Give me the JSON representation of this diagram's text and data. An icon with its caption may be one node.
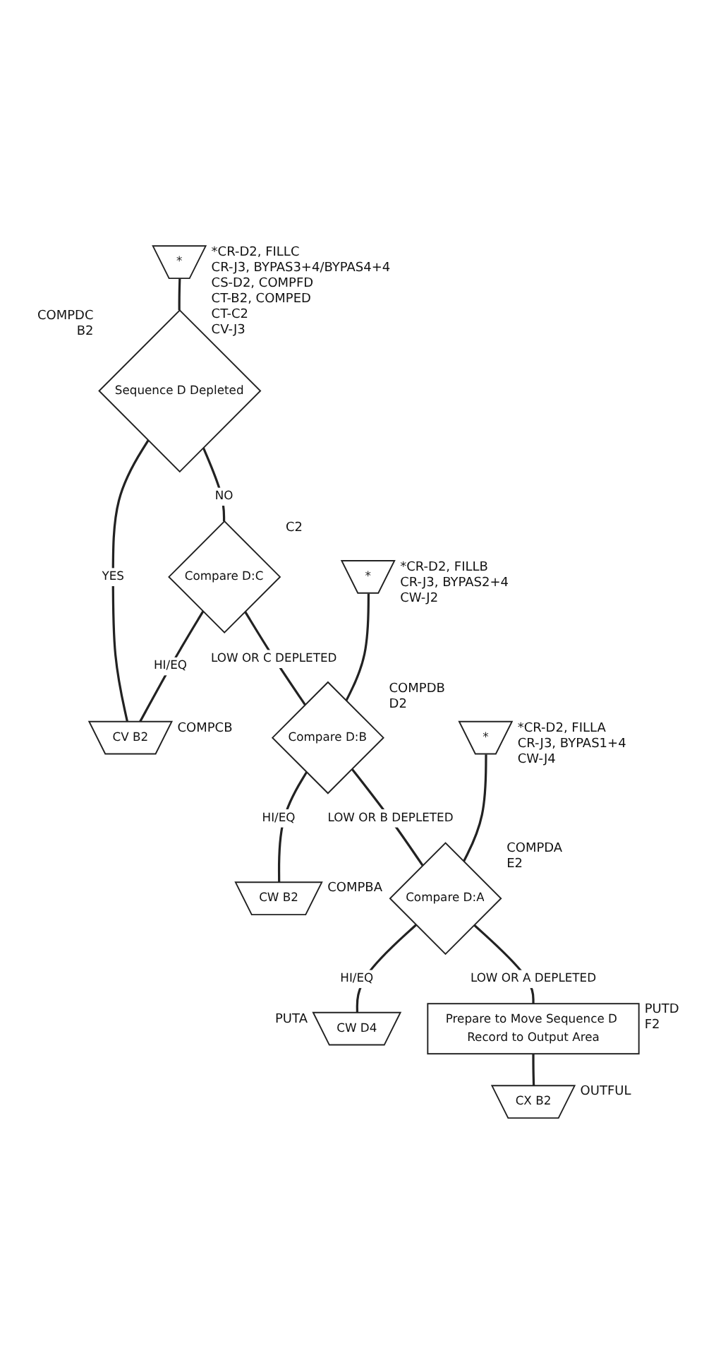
{
  "diagram": {
    "nodes": [
      {
        "text": [
          "*"
        ],
        "beside": [
          "*CR-D2, FILLC",
          "CR-J3, BYPAS3+4/BYPAS4+4",
          "CS-D2, COMPFD",
          "CT-B2, COMPED",
          "CT-C2",
          "CV-J3"
        ]
      },
      {
        "text": [
          "Sequence D Depleted"
        ],
        "beside": [
          "COMPDC",
          "B2"
        ]
      },
      {
        "text": [
          "Compare D:C"
        ],
        "beside": [
          "C2"
        ]
      },
      {
        "text": [
          "CV B2"
        ],
        "beside": [
          "COMPCB"
        ]
      },
      {
        "text": [
          "*"
        ],
        "beside": [
          "*CR-D2, FILLB",
          "CR-J3, BYPAS2+4",
          "CW-J2"
        ]
      },
      {
        "text": [
          "Compare D:B"
        ],
        "beside": [
          "COMPDB",
          "D2"
        ]
      },
      {
        "text": [
          "CW B2"
        ],
        "beside": [
          "COMPBA"
        ]
      },
      {
        "text": [
          "*"
        ],
        "beside": [
          "*CR-D2, FILLA",
          "CR-J3, BYPAS1+4",
          "CW-J4"
        ]
      },
      {
        "text": [
          "Compare D:A"
        ],
        "beside": [
          "COMPDA",
          "E2"
        ]
      },
      {
        "text": [
          "CW D4"
        ],
        "beside": [
          "PUTA"
        ]
      },
      {
        "text": [
          "Prepare to Move Sequence D Record to Output Area"
        ],
        "beside": [
          "PUTD",
          "F2"
        ]
      },
      {
        "text": [
          "CX B2"
        ],
        "beside": [
          "OUTFUL"
        ]
      }
    ],
    "edges": [
      {
        "from": 0,
        "to": 1,
        "arrow": "none"
      },
      {
        "from": 1,
        "to": 3,
        "arrow": "none",
        "label": "YES"
      },
      {
        "from": 1,
        "to": 2,
        "arrow": "none",
        "label": "NO"
      },
      {
        "from": 2,
        "to": 3,
        "arrow": "none",
        "label": "HI/EQ"
      },
      {
        "from": 2,
        "to": 5,
        "arrow": "none",
        "label": "LOW OR C DEPLETED"
      },
      {
        "from": 4,
        "to": 5,
        "arrow": "none"
      },
      {
        "from": 5,
        "to": 6,
        "arrow": "none",
        "label": "HI/EQ"
      },
      {
        "from": 5,
        "to": 8,
        "arrow": "none",
        "label": "LOW OR B DEPLETED"
      },
      {
        "from": 7,
        "to": 8,
        "arrow": "none"
      },
      {
        "from": 8,
        "to": 9,
        "arrow": "none",
        "label": "HI/EQ"
      },
      {
        "from": 8,
        "to": 10,
        "arrow": "none",
        "label": "LOW OR A DEPLETED"
      },
      {
        "from": 10,
        "to": 11,
        "arrow": "none"
      }
    ]
  }
}
